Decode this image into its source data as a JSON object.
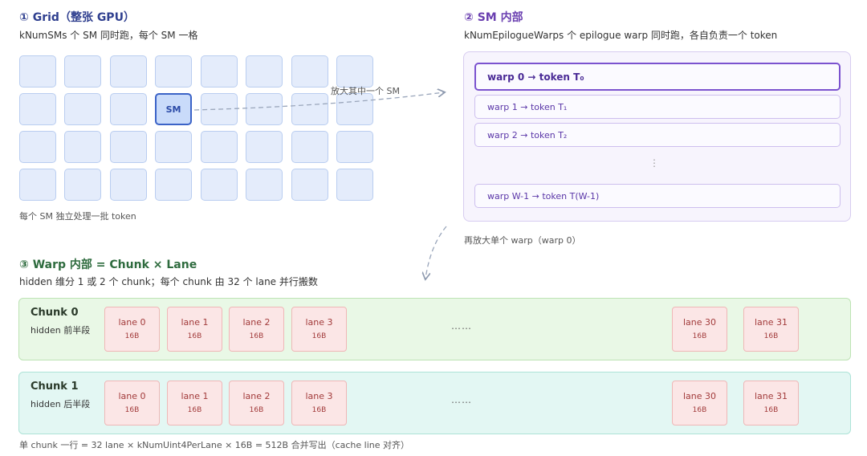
{
  "section1": {
    "title": "① Grid（整张 GPU）",
    "subtitle": "kNumSMs 个 SM 同时跑，每个 SM 一格",
    "sm_label": "SM",
    "footnote": "每个 SM 独立处理一批 token",
    "zoom_label": "放大其中一个 SM"
  },
  "section2": {
    "title": "② SM 内部",
    "subtitle": "kNumEpilogueWarps 个 epilogue warp 同时跑，各自负责一个 token",
    "warps": [
      "warp 0 → token T₀",
      "warp 1 → token T₁",
      "warp 2 → token T₂",
      "warp W-1 → token T(W-1)"
    ],
    "ellipsis": "⋮",
    "zoom_label": "再放大单个 warp（warp 0）"
  },
  "section3": {
    "title": "③ Warp 内部 = Chunk × Lane",
    "subtitle": "hidden 维分 1 或 2 个 chunk；每个 chunk 由 32 个 lane 并行搬数",
    "chunks": [
      {
        "name": "Chunk 0",
        "desc": "hidden 前半段",
        "lanes": [
          "lane 0",
          "lane 1",
          "lane 2",
          "lane 3",
          "lane 30",
          "lane 31"
        ],
        "ellipsis": "……"
      },
      {
        "name": "Chunk 1",
        "desc": "hidden 后半段",
        "lanes": [
          "lane 0",
          "lane 1",
          "lane 2",
          "lane 3",
          "lane 30",
          "lane 31"
        ],
        "ellipsis": "……"
      }
    ],
    "lane_bytes": "16B",
    "footnote": "单 chunk 一行 = 32 lane × kNumUint4PerLane × 16B = 512B 合并写出（cache line 对齐）"
  },
  "colors": {
    "grid_cell": "#e4ecfb",
    "sm_highlight": "#3b63c7",
    "warp_active": "#7b52cf",
    "chunk0_bg": "#e9f8e6",
    "chunk1_bg": "#e3f7f3",
    "lane_bg": "#fbe6e6"
  }
}
